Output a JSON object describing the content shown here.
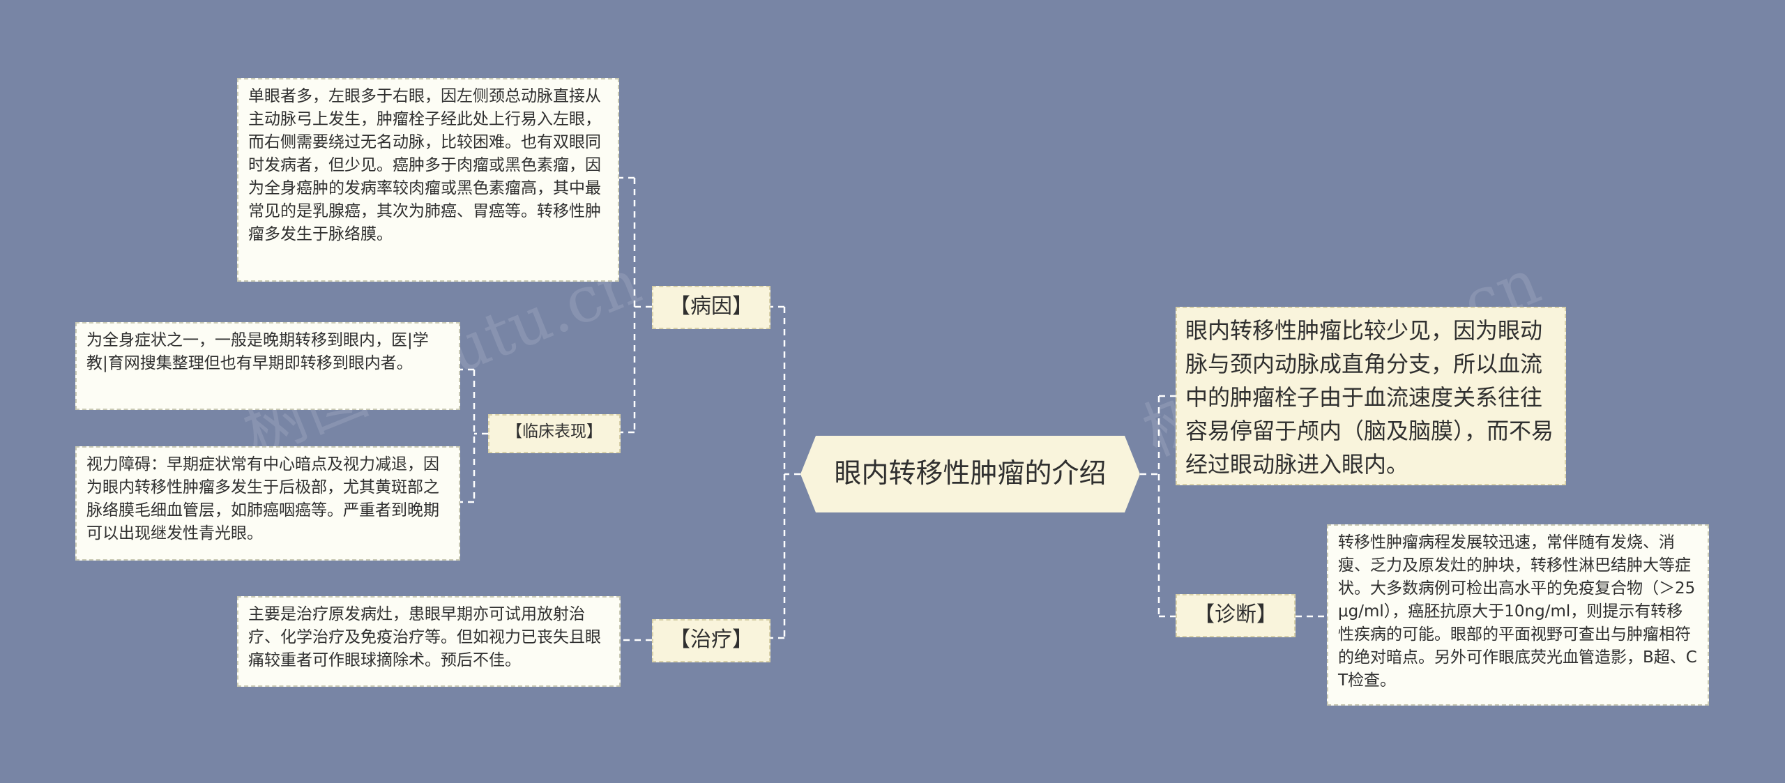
{
  "topic": "眼内转移性肿瘤的介绍",
  "branches": {
    "cause": {
      "label": "【病因】",
      "text": "单眼者多，左眼多于右眼，因左侧颈总动脉直接从主动脉弓上发生，肿瘤栓子经此处上行易入左眼，而右侧需要绕过无名动脉，比较困难。也有双眼同时发病者，但少见。癌肿多于肉瘤或黑色素瘤，因为全身癌肿的发病率较肉瘤或黑色素瘤高，其中最常见的是乳腺癌，其次为肺癌、胃癌等。转移性肿瘤多发生于脉络膜。"
    },
    "clinical": {
      "label": "【临床表现】",
      "items": [
        "为全身症状之一，一般是晚期转移到眼内，医|学教|育网搜集整理但也有早期即转移到眼内者。",
        "视力障碍：早期症状常有中心暗点及视力减退，因为眼内转移性肿瘤多发生于后极部，尤其黄斑部之脉络膜毛细血管层，如肺癌咽癌等。严重者到晚期可以出现继发性青光眼。"
      ]
    },
    "treatment": {
      "label": "【治疗】",
      "text": "主要是治疗原发病灶，患眼早期亦可试用放射治疗、化学治疗及免疫治疗等。但如视力已丧失且眼痛较重者可作眼球摘除术。预后不佳。"
    },
    "summary": {
      "text": "眼内转移性肿瘤比较少见，因为眼动脉与颈内动脉成直角分支，所以血流中的肿瘤栓子由于血流速度关系往往容易停留于颅内（脑及脑膜），而不易经过眼动脉进入眼内。"
    },
    "diagnosis": {
      "label": "【诊断】",
      "text": "转移性肿瘤病程发展较迅速，常伴随有发烧、消瘦、乏力及原发灶的肿块，转移性淋巴结肿大等症状。大多数病例可检出高水平的免疫复合物（＞25μg/ml），癌胚抗原大于10ng/ml，则提示有转移性疾病的可能。眼部的平面视野可查出与肿瘤相符的绝对暗点。另外可作眼底荧光血管造影，B超、CT检查。"
    }
  },
  "watermarks": [
    "树图 shutu.cn",
    "树图 shutu.cn"
  ],
  "colors": {
    "background": "#7885a5",
    "node_fill": "#f9f4dc",
    "leaf_fill": "#fdfdf5",
    "connector": "#ffffff"
  }
}
